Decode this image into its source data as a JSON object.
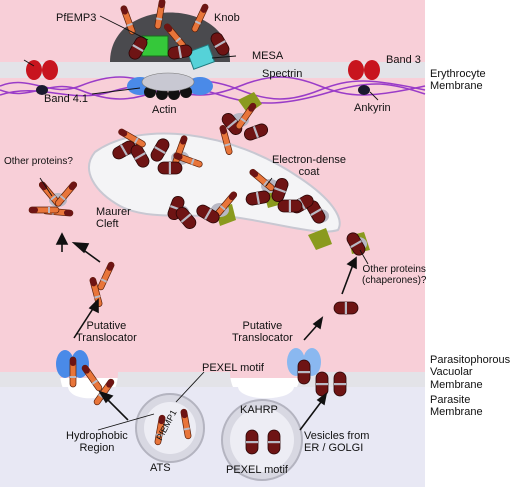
{
  "colors": {
    "erythrocyte_cytoplasm": "#f8cfd8",
    "membrane": "#e3e3e8",
    "parasite": "#e8e8f4",
    "knob": "#4a4a4e",
    "protein_dark": "#6e1414",
    "protein_orange": "#e8753a",
    "band3": "#c8141e",
    "spectrin": "#9a3cc8",
    "translocator": "#4a8ae8",
    "pfemp3": "#35c83a",
    "mesa": "#55d2d8",
    "chaperone": "#8a9a1e",
    "maurer_cleft": "#f4f4f6"
  },
  "labels": {
    "knob": "Knob",
    "pfemp3": "PfEMP3",
    "mesa": "MESA",
    "spectrin": "Spectrin",
    "band3": "Band 3",
    "band41": "Band 4.1",
    "actin": "Actin",
    "ankyrin": "Ankyrin",
    "erythrocyte_membrane": [
      "Erythrocyte",
      "Membrane"
    ],
    "other_proteins_top": "Other proteins?",
    "electron_dense_coat": [
      "Electron-dense",
      "coat"
    ],
    "maurer_cleft": [
      "Maurer",
      "Cleft"
    ],
    "other_proteins_chaperones": [
      "Other proteins",
      "(chaperones)?"
    ],
    "putative_translocator_left": [
      "Putative",
      "Translocator"
    ],
    "putative_translocator_right": [
      "Putative",
      "Translocator"
    ],
    "pv_membrane": [
      "Parasitophorous",
      "Vacuolar",
      "Membrane"
    ],
    "parasite_membrane": [
      "Parasite",
      "Membrane"
    ],
    "pexel_motif_top": "PEXEL motif",
    "pfemp1": "PfEMP1",
    "kahrp": "KAHRP",
    "hydrophobic_region": [
      "Hydrophobic",
      "Region"
    ],
    "ats": "ATS",
    "vesicles": [
      "Vesicles from",
      "ER / GOLGI"
    ],
    "pexel_motif_bottom": "PEXEL motif"
  }
}
